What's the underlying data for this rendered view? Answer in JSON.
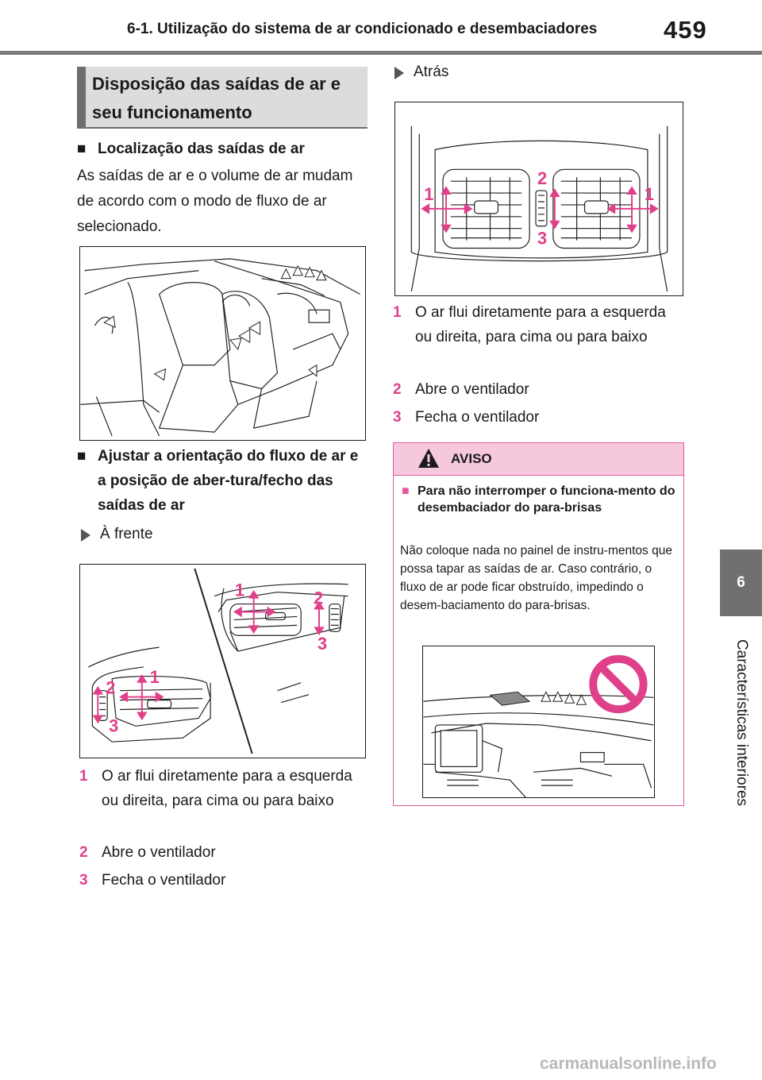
{
  "header": {
    "title": "6-1. Utilização do sistema de ar condicionado e desembaciadores",
    "page_number": "459"
  },
  "side": {
    "tab_number": "6",
    "tab_label": "Características interiores"
  },
  "section": {
    "title": "Disposição das saídas de ar e seu funcionamento",
    "sub1": {
      "bullet": "■",
      "title": "Localização das saídas de ar"
    },
    "para1": "As saídas de ar e o volume de ar mudam de acordo com o modo de fluxo de ar selecionado.",
    "sub2": {
      "bullet": "■",
      "title": "Ajustar a orientação do fluxo de ar e a posição de aber-tura/fecho das saídas de ar"
    },
    "front_label": "À frente",
    "rear_label": "Atrás",
    "front_items": [
      {
        "num": "1",
        "text": "O ar flui diretamente para a esquerda ou direita, para cima ou para baixo"
      },
      {
        "num": "2",
        "text": "Abre o ventilador"
      },
      {
        "num": "3",
        "text": "Fecha o ventilador"
      }
    ],
    "rear_items": [
      {
        "num": "1",
        "text": "O ar flui diretamente para a esquerda ou direita, para cima ou para baixo"
      },
      {
        "num": "2",
        "text": "Abre o ventilador"
      },
      {
        "num": "3",
        "text": "Fecha o ventilador"
      }
    ],
    "front_fig_callouts": [
      "1",
      "2",
      "3",
      "1",
      "2",
      "3"
    ],
    "rear_fig_callouts": [
      "1",
      "2",
      "3",
      "1"
    ]
  },
  "warning": {
    "label": "AVISO",
    "sub_bullet": "■",
    "sub_title": "Para não interromper o funciona-mento do desembaciador do para-brisas",
    "body": "Não coloque nada no painel de instru-mentos que possa tapar as saídas de ar. Caso contrário, o fluxo de ar pode ficar obstruído, impedindo o desem-baciamento do para-brisas."
  },
  "watermark": "carmanualsonline.info",
  "colors": {
    "accent_pink": "#e0408a",
    "warning_bg": "#f6c8dd",
    "section_bar": "#6e6e6e"
  }
}
